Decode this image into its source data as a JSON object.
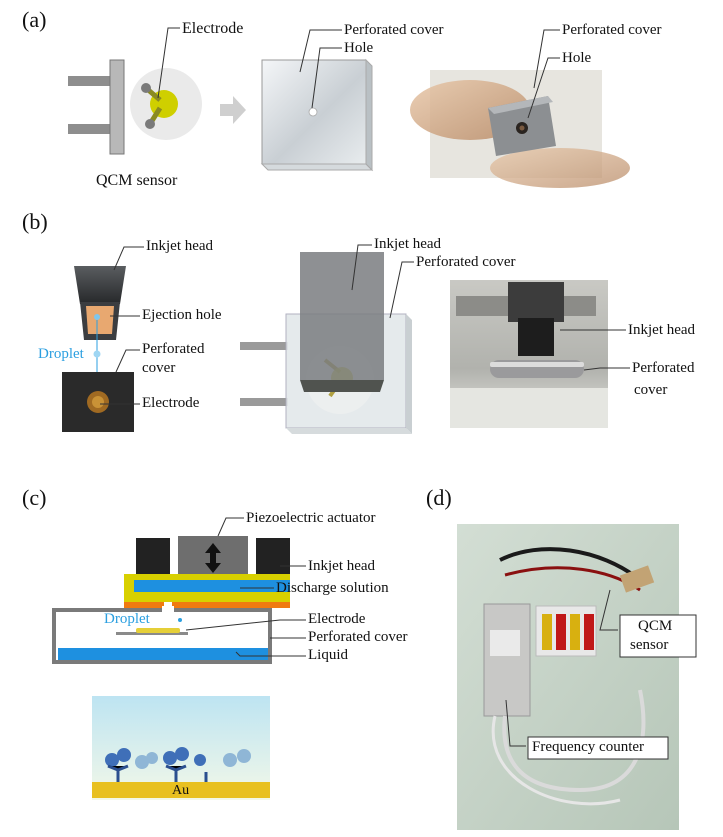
{
  "panels": {
    "a": "(a)",
    "b": "(b)",
    "c": "(c)",
    "d": "(d)"
  },
  "panel_a": {
    "electrode": "Electrode",
    "perforated_cover_1": "Perforated cover",
    "hole_1": "Hole",
    "perforated_cover_2": "Perforated cover",
    "hole_2": "Hole",
    "qcm_sensor": "QCM sensor"
  },
  "panel_b": {
    "inkjet_head_1": "Inkjet head",
    "ejection_hole": "Ejection hole",
    "droplet": "Droplet",
    "perforated_cover_line1": "Perforated",
    "perforated_cover_line2": "cover",
    "electrode": "Electrode",
    "inkjet_head_2": "Inkjet head",
    "perforated_cover_2": "Perforated cover",
    "inkjet_head_3": "Inkjet head",
    "perforated_cover_3_line1": "Perforated",
    "perforated_cover_3_line2": "cover"
  },
  "panel_c": {
    "piezo": "Piezoelectric actuator",
    "inkjet_head": "Inkjet head",
    "discharge": "Discharge solution",
    "droplet": "Droplet",
    "electrode": "Electrode",
    "perforated_cover": "Perforated cover",
    "liquid": "Liquid",
    "au": "Au"
  },
  "panel_d": {
    "qcm_line1": "QCM",
    "qcm_line2": "sensor",
    "frequency_counter": "Frequency counter"
  },
  "colors": {
    "electrode_yellow": "#d8d000",
    "liquid_blue": "#1e90e0",
    "orange": "#f07a10",
    "droplet_blue": "#2b9fe0"
  }
}
